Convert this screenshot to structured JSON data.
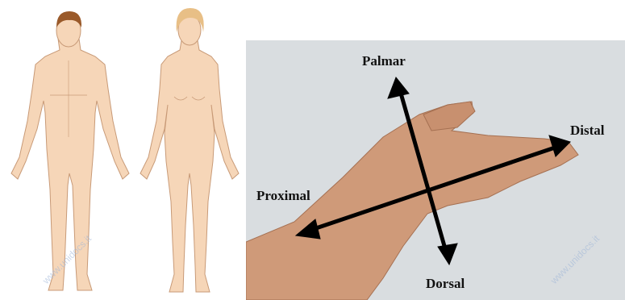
{
  "labels": {
    "palmar": "Palmar",
    "distal": "Distal",
    "proximal": "Proximal",
    "dorsal": "Dorsal"
  },
  "watermark": "www.unidocs.it",
  "colors": {
    "skin": "#f6d6b8",
    "skin_outline": "#c89a77",
    "male_hair": "#9a5a2a",
    "female_hair": "#e8bf86",
    "photo_background": "#d9dde0",
    "hand_skin": "#cf9a79",
    "arrow": "#000000"
  }
}
